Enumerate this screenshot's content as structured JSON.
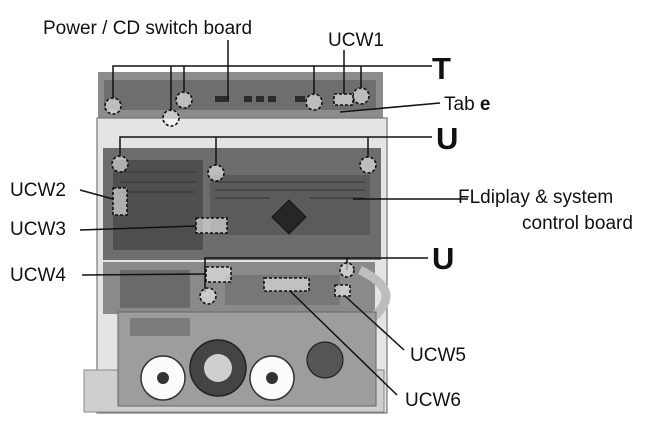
{
  "labels": {
    "power_cd_board": "Power / CD switch board",
    "ucw1": "UCW1",
    "T": "T",
    "tab_prefix": "Tab ",
    "tab_letter": "e",
    "U_top": "U",
    "U_mid": "U",
    "ucw2": "UCW2",
    "ucw3": "UCW3",
    "ucw4": "UCW4",
    "ucw5": "UCW5",
    "ucw6": "UCW6",
    "fl_line1": "FLdiplay & system",
    "fl_line2": "control board"
  }
}
